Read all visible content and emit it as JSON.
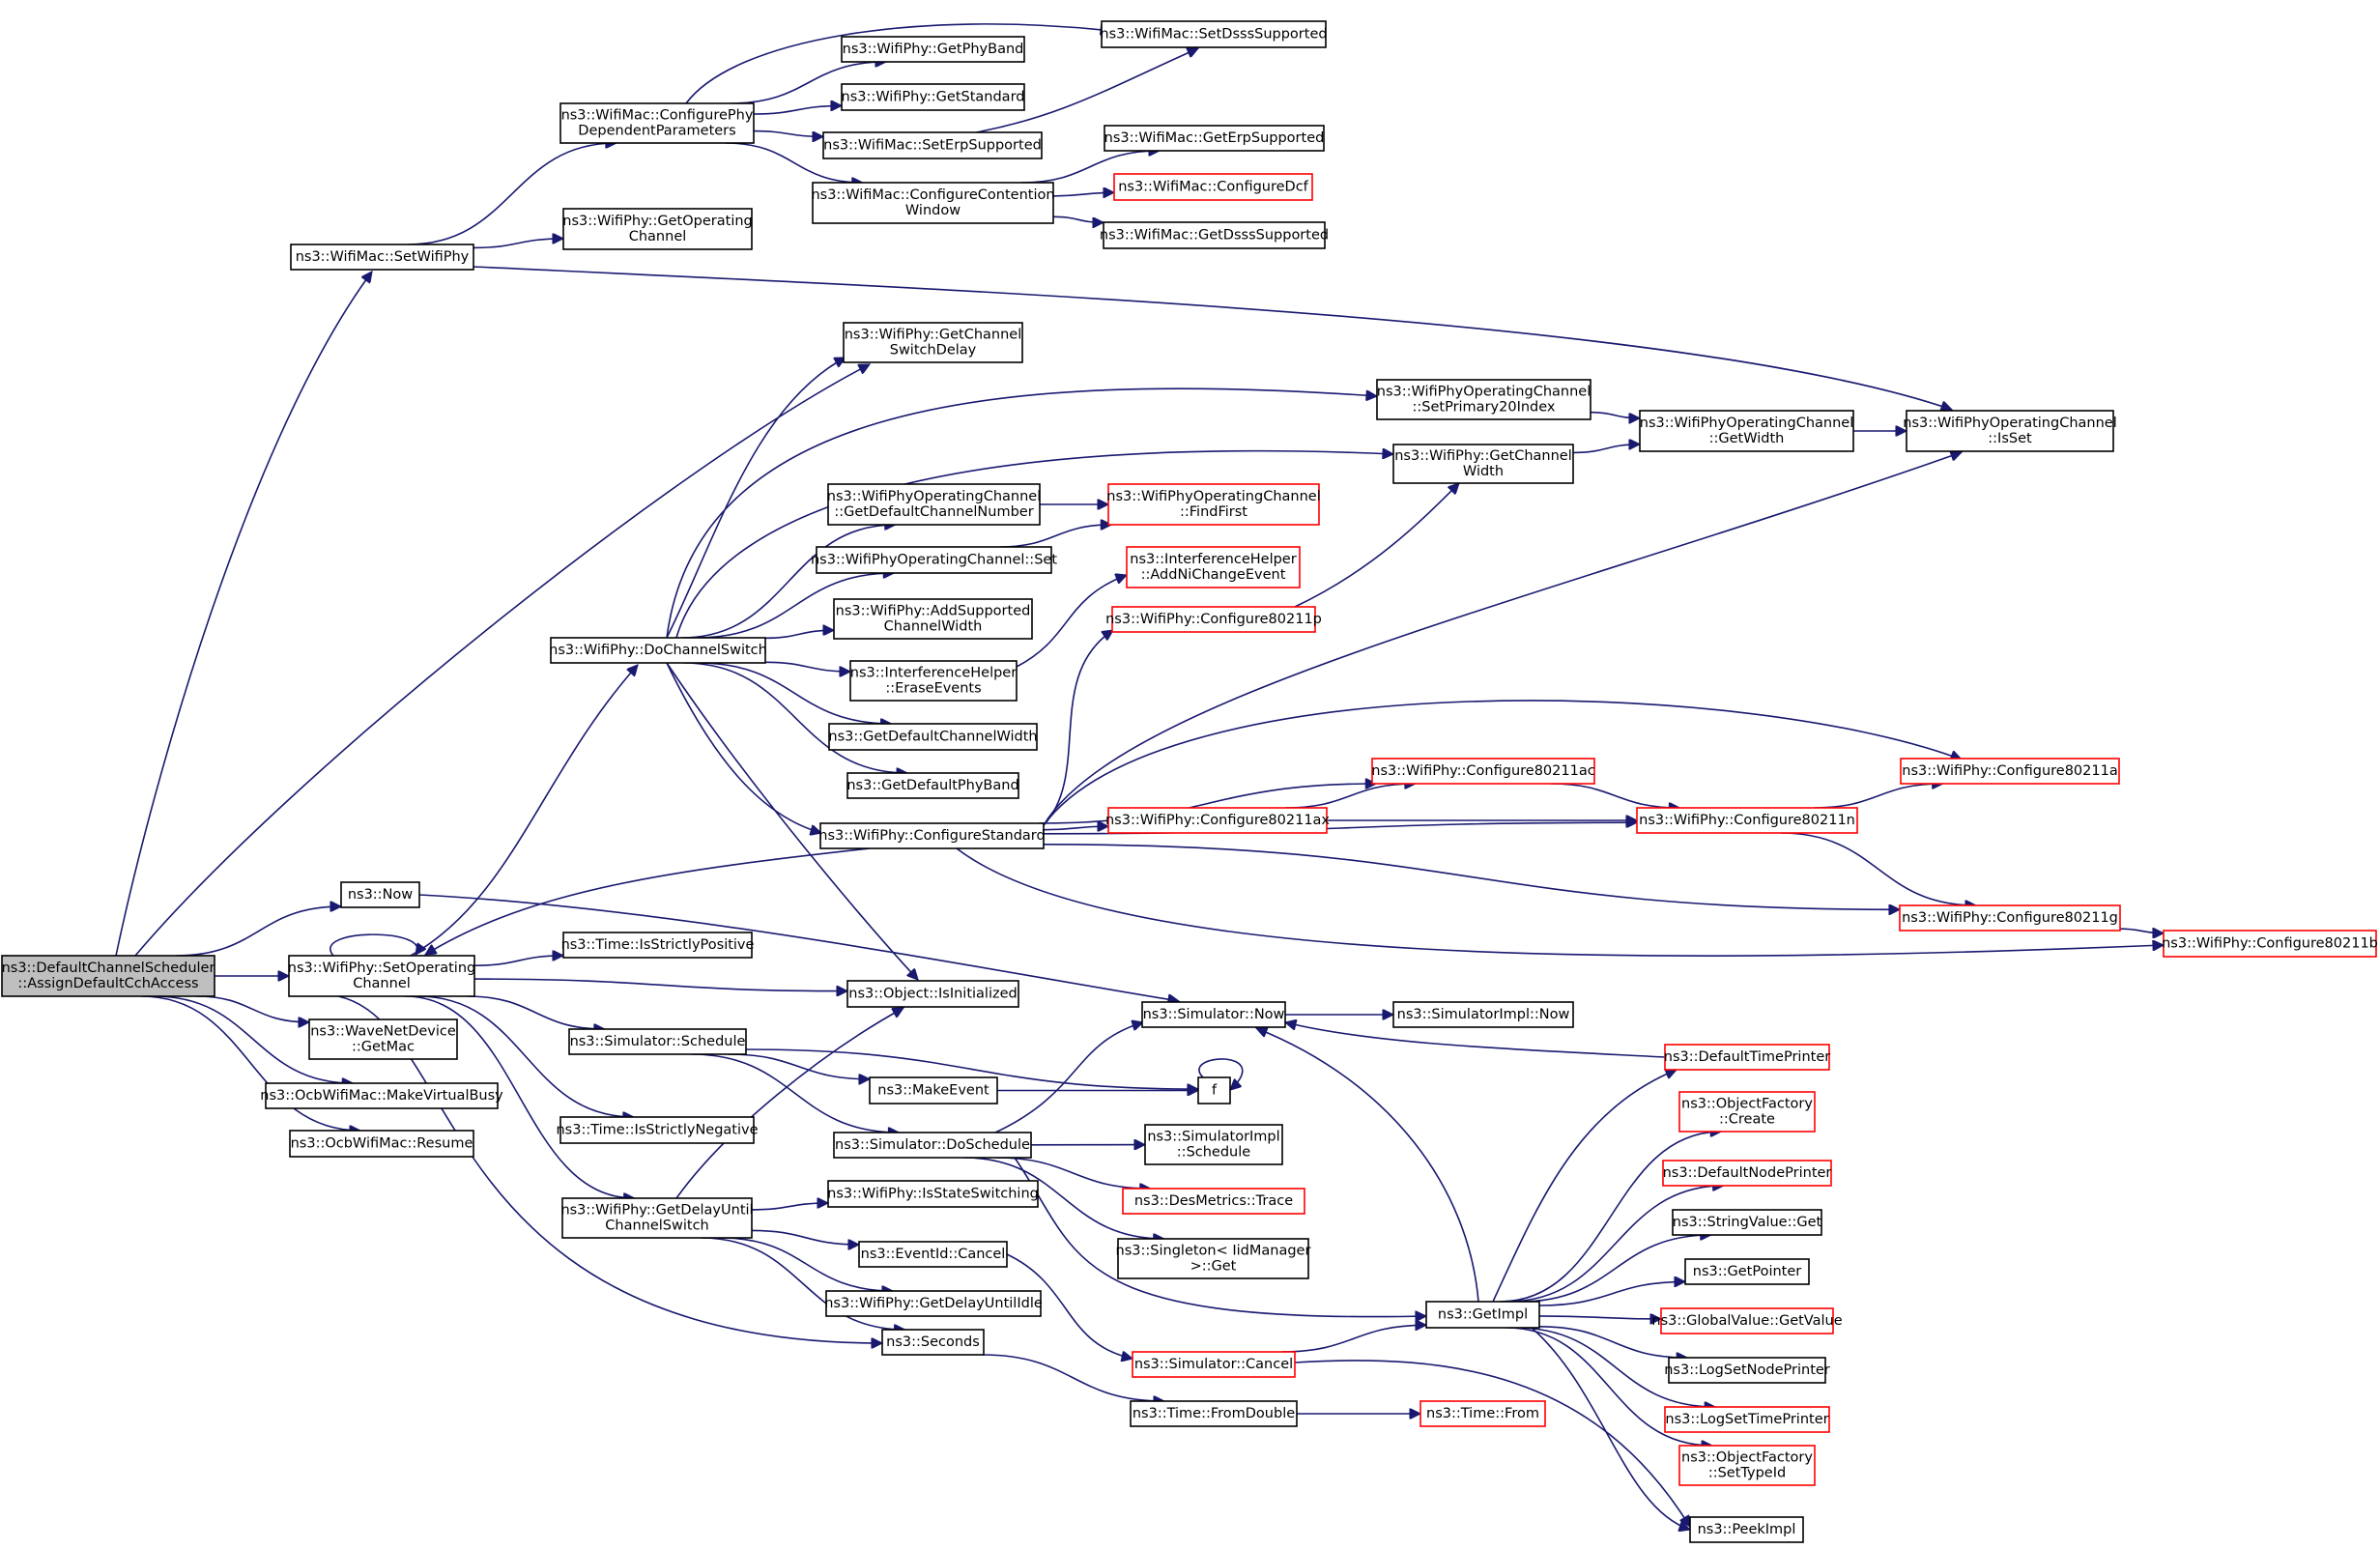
{
  "colors": {
    "edge": "#191970",
    "border_normal": "#000000",
    "border_incomplete": "#ff0000",
    "root_fill": "#bfbfbf"
  },
  "nodes": [
    {
      "id": "root",
      "lines": [
        "ns3::DefaultChannelScheduler",
        "::AssignDefaultCchAccess"
      ],
      "style": "root"
    },
    {
      "id": "setWifiPhy",
      "lines": [
        "ns3::WifiMac::SetWifiPhy"
      ],
      "style": "normal"
    },
    {
      "id": "configurePhy",
      "lines": [
        "ns3::WifiMac::ConfigurePhy",
        "DependentParameters"
      ],
      "style": "normal"
    },
    {
      "id": "setDsss",
      "lines": [
        "ns3::WifiMac::SetDsssSupported"
      ],
      "style": "normal"
    },
    {
      "id": "getPhyBand",
      "lines": [
        "ns3::WifiPhy::GetPhyBand"
      ],
      "style": "normal"
    },
    {
      "id": "getStandard",
      "lines": [
        "ns3::WifiPhy::GetStandard"
      ],
      "style": "normal"
    },
    {
      "id": "setErp",
      "lines": [
        "ns3::WifiMac::SetErpSupported"
      ],
      "style": "normal"
    },
    {
      "id": "getErp",
      "lines": [
        "ns3::WifiMac::GetErpSupported"
      ],
      "style": "normal"
    },
    {
      "id": "confContention",
      "lines": [
        "ns3::WifiMac::ConfigureContention",
        "Window"
      ],
      "style": "normal"
    },
    {
      "id": "confDcf",
      "lines": [
        "ns3::WifiMac::ConfigureDcf"
      ],
      "style": "red"
    },
    {
      "id": "getDsss",
      "lines": [
        "ns3::WifiMac::GetDsssSupported"
      ],
      "style": "normal"
    },
    {
      "id": "getOpChannel",
      "lines": [
        "ns3::WifiPhy::GetOperating",
        "Channel"
      ],
      "style": "normal"
    },
    {
      "id": "getSwitchDelay",
      "lines": [
        "ns3::WifiPhy::GetChannel",
        "SwitchDelay"
      ],
      "style": "normal"
    },
    {
      "id": "setPrimary20",
      "lines": [
        "ns3::WifiPhyOperatingChannel",
        "::SetPrimary20Index"
      ],
      "style": "normal"
    },
    {
      "id": "opGetWidth",
      "lines": [
        "ns3::WifiPhyOperatingChannel",
        "::GetWidth"
      ],
      "style": "normal"
    },
    {
      "id": "isSet",
      "lines": [
        "ns3::WifiPhyOperatingChannel",
        "::IsSet"
      ],
      "style": "normal"
    },
    {
      "id": "phyGetChannelWidth",
      "lines": [
        "ns3::WifiPhy::GetChannel",
        "Width"
      ],
      "style": "normal"
    },
    {
      "id": "getDefaultChNum",
      "lines": [
        "ns3::WifiPhyOperatingChannel",
        "::GetDefaultChannelNumber"
      ],
      "style": "normal"
    },
    {
      "id": "findFirst",
      "lines": [
        "ns3::WifiPhyOperatingChannel",
        "::FindFirst"
      ],
      "style": "red"
    },
    {
      "id": "opSet",
      "lines": [
        "ns3::WifiPhyOperatingChannel::Set"
      ],
      "style": "normal"
    },
    {
      "id": "addNiChange",
      "lines": [
        "ns3::InterferenceHelper",
        "::AddNiChangeEvent"
      ],
      "style": "red"
    },
    {
      "id": "addSupported",
      "lines": [
        "ns3::WifiPhy::AddSupported",
        "ChannelWidth"
      ],
      "style": "normal"
    },
    {
      "id": "conf80211p",
      "lines": [
        "ns3::WifiPhy::Configure80211p"
      ],
      "style": "red"
    },
    {
      "id": "doChannelSwitch",
      "lines": [
        "ns3::WifiPhy::DoChannelSwitch"
      ],
      "style": "normal"
    },
    {
      "id": "eraseEvents",
      "lines": [
        "ns3::InterferenceHelper",
        "::EraseEvents"
      ],
      "style": "normal"
    },
    {
      "id": "getDefaultChWidth",
      "lines": [
        "ns3::GetDefaultChannelWidth"
      ],
      "style": "normal"
    },
    {
      "id": "conf80211ac",
      "lines": [
        "ns3::WifiPhy::Configure80211ac"
      ],
      "style": "red"
    },
    {
      "id": "conf80211a",
      "lines": [
        "ns3::WifiPhy::Configure80211a"
      ],
      "style": "red"
    },
    {
      "id": "getDefaultPhyBand",
      "lines": [
        "ns3::GetDefaultPhyBand"
      ],
      "style": "normal"
    },
    {
      "id": "conf80211ax",
      "lines": [
        "ns3::WifiPhy::Configure80211ax"
      ],
      "style": "red"
    },
    {
      "id": "conf80211n",
      "lines": [
        "ns3::WifiPhy::Configure80211n"
      ],
      "style": "red"
    },
    {
      "id": "confStandard",
      "lines": [
        "ns3::WifiPhy::ConfigureStandard"
      ],
      "style": "normal"
    },
    {
      "id": "now",
      "lines": [
        "ns3::Now"
      ],
      "style": "normal"
    },
    {
      "id": "conf80211g",
      "lines": [
        "ns3::WifiPhy::Configure80211g"
      ],
      "style": "red"
    },
    {
      "id": "conf80211b",
      "lines": [
        "ns3::WifiPhy::Configure80211b"
      ],
      "style": "red"
    },
    {
      "id": "setOpChannel",
      "lines": [
        "ns3::WifiPhy::SetOperating",
        "Channel"
      ],
      "style": "normal"
    },
    {
      "id": "isStrictlyPos",
      "lines": [
        "ns3::Time::IsStrictlyPositive"
      ],
      "style": "normal"
    },
    {
      "id": "isInitialized",
      "lines": [
        "ns3::Object::IsInitialized"
      ],
      "style": "normal"
    },
    {
      "id": "simNow",
      "lines": [
        "ns3::Simulator::Now"
      ],
      "style": "normal"
    },
    {
      "id": "simImplNow",
      "lines": [
        "ns3::SimulatorImpl::Now"
      ],
      "style": "normal"
    },
    {
      "id": "waveGetMac",
      "lines": [
        "ns3::WaveNetDevice",
        "::GetMac"
      ],
      "style": "normal"
    },
    {
      "id": "simSchedule",
      "lines": [
        "ns3::Simulator::Schedule"
      ],
      "style": "normal"
    },
    {
      "id": "defaultTimePrinter",
      "lines": [
        "ns3::DefaultTimePrinter"
      ],
      "style": "red"
    },
    {
      "id": "makeEvent",
      "lines": [
        "ns3::MakeEvent"
      ],
      "style": "normal"
    },
    {
      "id": "f",
      "lines": [
        "f"
      ],
      "style": "normal"
    },
    {
      "id": "makeVirtualBusy",
      "lines": [
        "ns3::OcbWifiMac::MakeVirtualBusy"
      ],
      "style": "normal"
    },
    {
      "id": "isStrictlyNeg",
      "lines": [
        "ns3::Time::IsStrictlyNegative"
      ],
      "style": "normal"
    },
    {
      "id": "objFactoryCreate",
      "lines": [
        "ns3::ObjectFactory",
        "::Create"
      ],
      "style": "red"
    },
    {
      "id": "resume",
      "lines": [
        "ns3::OcbWifiMac::Resume"
      ],
      "style": "normal"
    },
    {
      "id": "simImplSchedule",
      "lines": [
        "ns3::SimulatorImpl",
        "::Schedule"
      ],
      "style": "normal"
    },
    {
      "id": "doSchedule",
      "lines": [
        "ns3::Simulator::DoSchedule"
      ],
      "style": "normal"
    },
    {
      "id": "defaultNodePrinter",
      "lines": [
        "ns3::DefaultNodePrinter"
      ],
      "style": "red"
    },
    {
      "id": "isStateSwitching",
      "lines": [
        "ns3::WifiPhy::IsStateSwitching"
      ],
      "style": "normal"
    },
    {
      "id": "getDelayUntilSwitch",
      "lines": [
        "ns3::WifiPhy::GetDelayUntil",
        "ChannelSwitch"
      ],
      "style": "normal"
    },
    {
      "id": "desTrace",
      "lines": [
        "ns3::DesMetrics::Trace"
      ],
      "style": "red"
    },
    {
      "id": "stringValueGet",
      "lines": [
        "ns3::StringValue::Get"
      ],
      "style": "normal"
    },
    {
      "id": "eventCancel",
      "lines": [
        "ns3::EventId::Cancel"
      ],
      "style": "normal"
    },
    {
      "id": "singletonGet",
      "lines": [
        "ns3::Singleton< IidManager",
        " >::Get"
      ],
      "style": "normal"
    },
    {
      "id": "getPointer",
      "lines": [
        "ns3::GetPointer"
      ],
      "style": "normal"
    },
    {
      "id": "getDelayIdle",
      "lines": [
        "ns3::WifiPhy::GetDelayUntilIdle"
      ],
      "style": "normal"
    },
    {
      "id": "getImpl",
      "lines": [
        "ns3::GetImpl"
      ],
      "style": "normal"
    },
    {
      "id": "globalGetValue",
      "lines": [
        "ns3::GlobalValue::GetValue"
      ],
      "style": "red"
    },
    {
      "id": "seconds",
      "lines": [
        "ns3::Seconds"
      ],
      "style": "normal"
    },
    {
      "id": "simCancel",
      "lines": [
        "ns3::Simulator::Cancel"
      ],
      "style": "red"
    },
    {
      "id": "logSetNodePrinter",
      "lines": [
        "ns3::LogSetNodePrinter"
      ],
      "style": "normal"
    },
    {
      "id": "timeFromDouble",
      "lines": [
        "ns3::Time::FromDouble"
      ],
      "style": "normal"
    },
    {
      "id": "timeFrom",
      "lines": [
        "ns3::Time::From"
      ],
      "style": "red"
    },
    {
      "id": "logSetTimePrinter",
      "lines": [
        "ns3::LogSetTimePrinter"
      ],
      "style": "red"
    },
    {
      "id": "objFactorySetTypeId",
      "lines": [
        "ns3::ObjectFactory",
        "::SetTypeId"
      ],
      "style": "red"
    },
    {
      "id": "peekImpl",
      "lines": [
        "ns3::PeekImpl"
      ],
      "style": "normal"
    }
  ]
}
